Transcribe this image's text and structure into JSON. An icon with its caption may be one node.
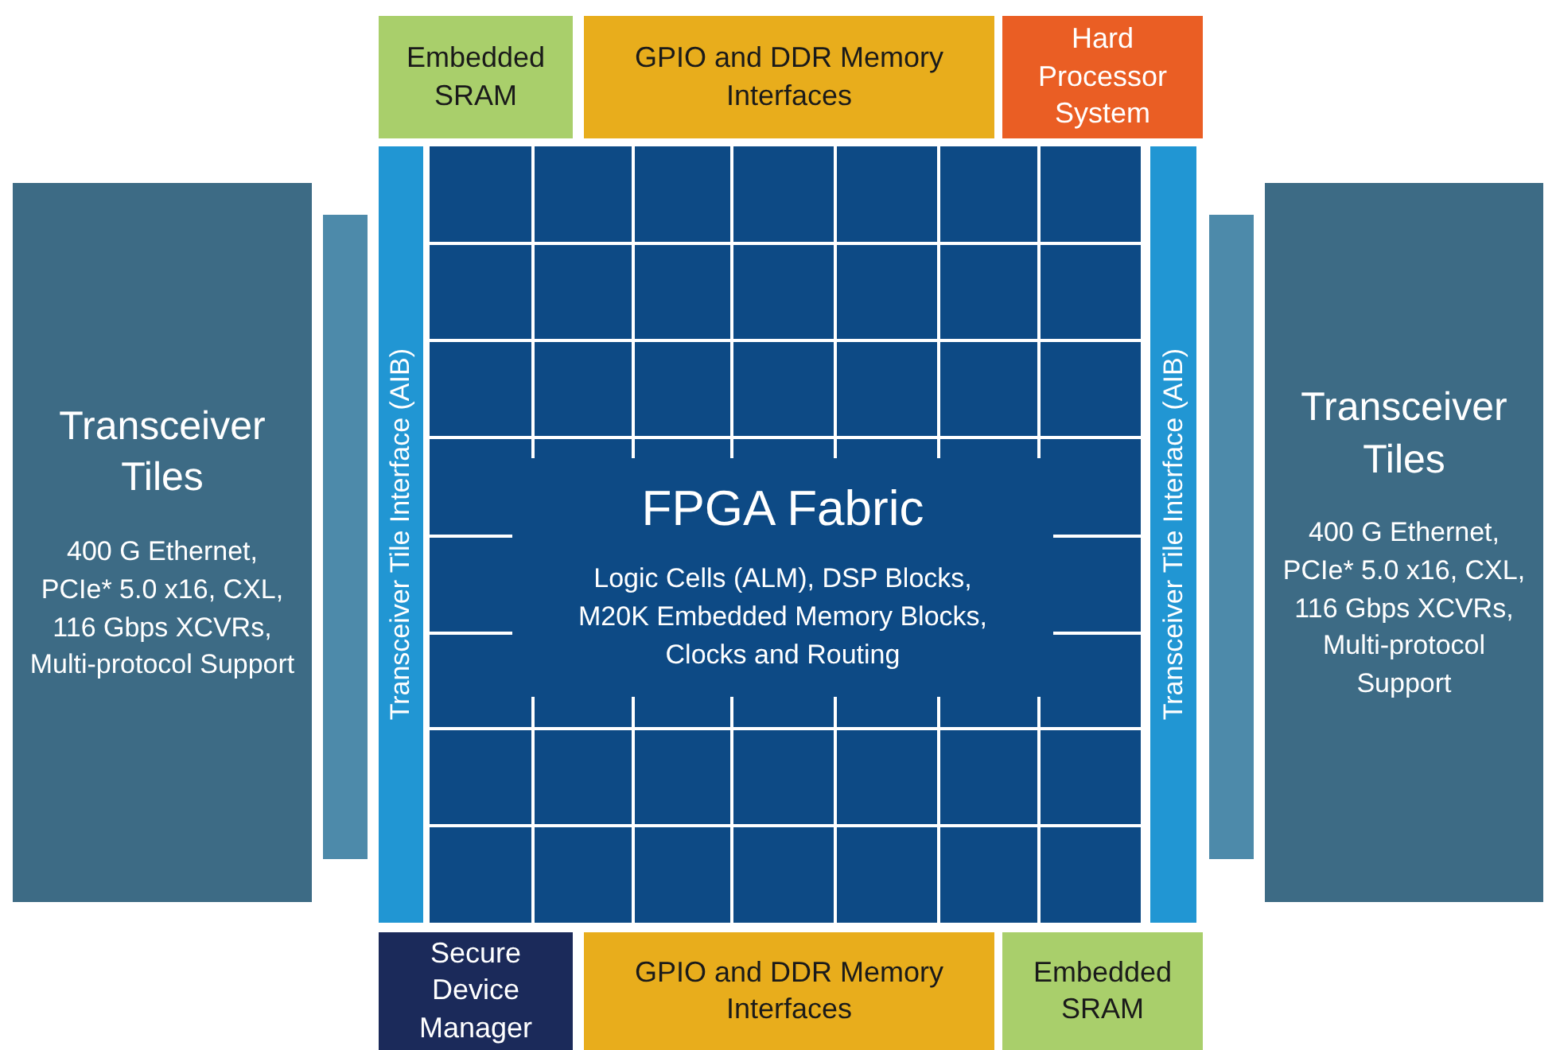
{
  "diagram": {
    "nodes": [
      {
        "text": [
          "Embedded SRAM"
        ]
      },
      {
        "text": [
          "GPIO and DDR Memory Interfaces"
        ]
      },
      {
        "text": [
          "Hard Processor System"
        ]
      },
      {
        "text": [
          "Transceiver Tiles",
          "400 G Ethernet, PCIe* 5.0 x16, CXL, 116 Gbps XCVRs, Multi-protocol Support"
        ]
      },
      {
        "text": [],
        "shape": "bar"
      },
      {
        "text": [
          "Transceiver Tile Interface (AIB)"
        ]
      },
      {
        "text": [
          "FPGA Fabric",
          "Logic Cells (ALM), DSP Blocks, M20K Embedded Memory Blocks, Clocks and Routing"
        ]
      },
      {
        "text": [
          "Transceiver Tile Interface (AIB)"
        ]
      },
      {
        "text": [],
        "shape": "bar"
      },
      {
        "text": [
          "Transceiver Tiles",
          "400 G Ethernet, PCIe* 5.0 x16, CXL, 116 Gbps XCVRs, Multi-protocol Support"
        ]
      },
      {
        "text": [
          "Secure Device Manager"
        ]
      },
      {
        "text": [
          "GPIO and DDR Memory Interfaces"
        ]
      },
      {
        "text": [
          "Embedded SRAM"
        ]
      }
    ]
  }
}
